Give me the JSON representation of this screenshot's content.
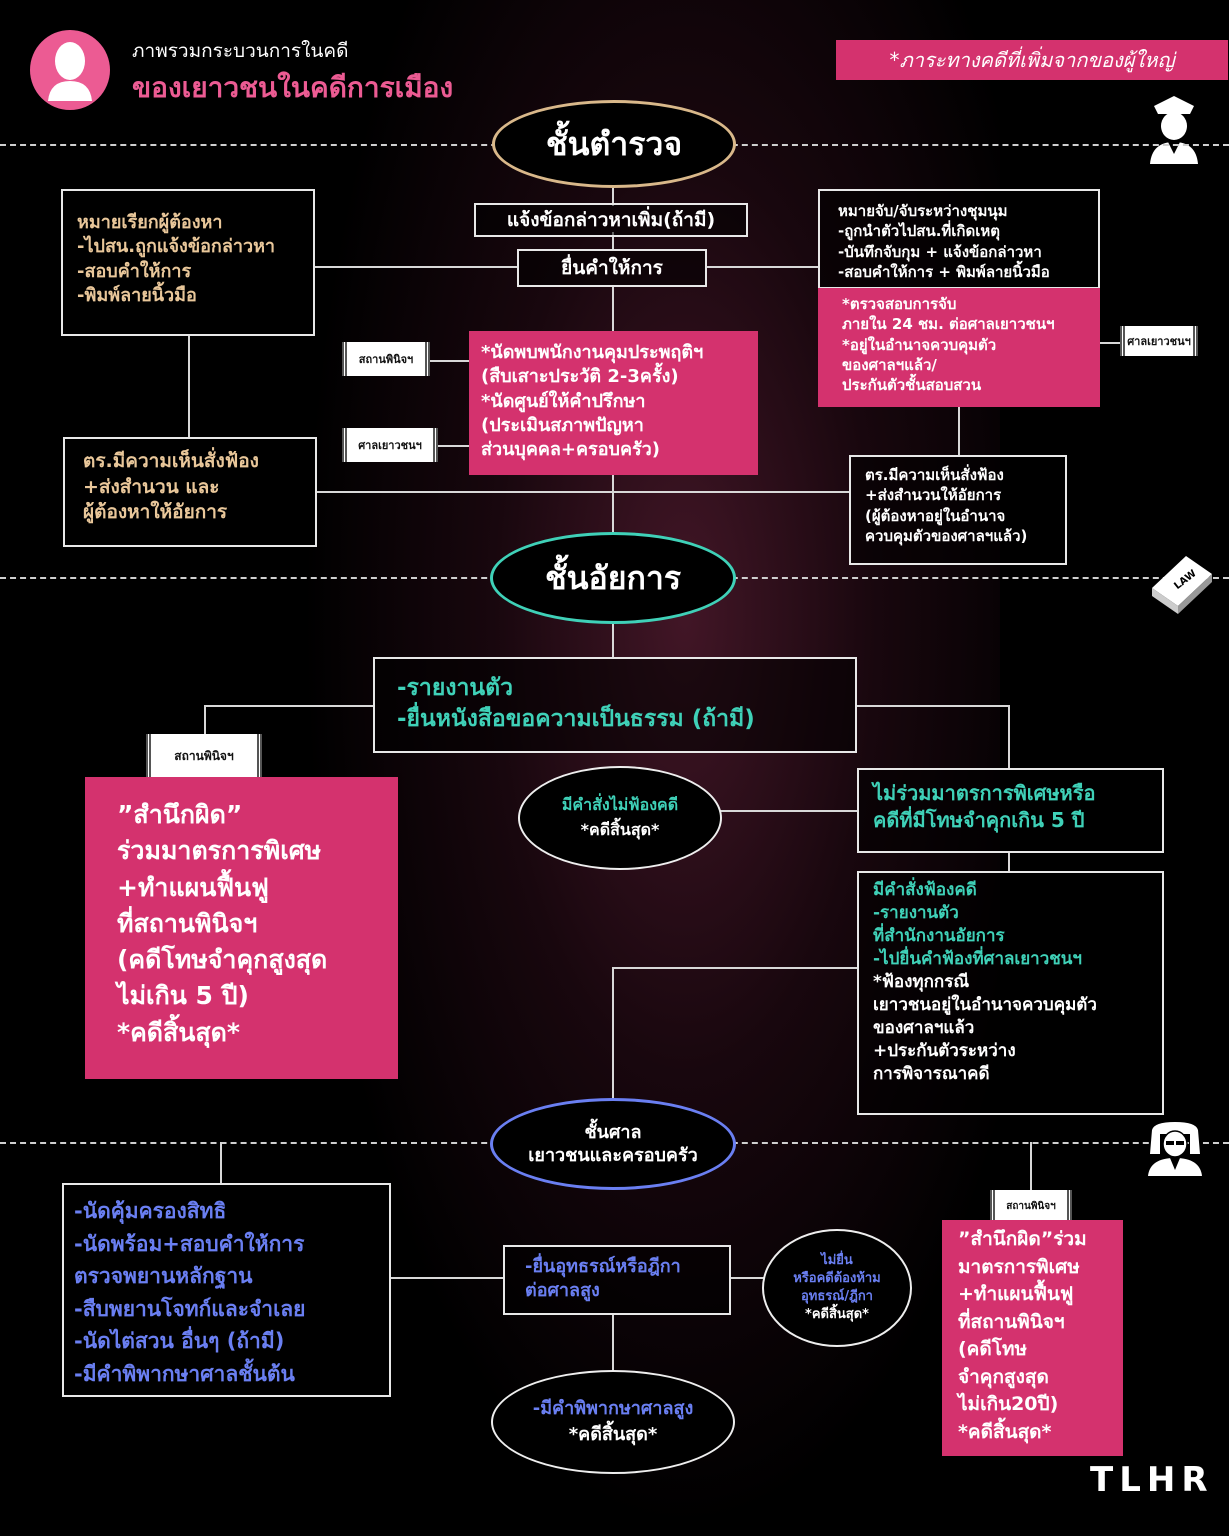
{
  "header": {
    "title_line1": "ภาพรวมกระบวนการในคดี",
    "title_line2": "ของเยาวชนในคดีการเมือง",
    "note": "*ภาระทางคดีที่เพิ่มจากของผู้ใหญ่"
  },
  "colors": {
    "pink": "#d4326e",
    "gold": "#e9c79a",
    "teal": "#3fd1b8",
    "blue": "#6a7ff2",
    "bg": "#000000"
  },
  "icons": [
    "person-silhouette-icon",
    "police-icon",
    "law-book-icon",
    "judge-icon"
  ],
  "police": {
    "stage": "ชั้นตำรวจ",
    "left_box": "หมายเรียกผู้ต้องหา\n-ไปสน.ถูกแจ้งข้อกล่าวหา\n-สอบคำให้การ\n-พิมพ์ลายนิ้วมือ",
    "center_top": "แจ้งข้อกล่าวหาเพิ่ม(ถ้ามี)",
    "center_mid": "ยื่นคำให้การ",
    "right_box": "หมายจับ/จับระหว่างชุมนุม\n-ถูกนำตัวไปสน.ที่เกิดเหตุ\n-บันทึกจับกุม + แจ้งข้อกล่าวหา\n-สอบคำให้การ + พิมพ์ลายนิ้วมือ",
    "right_pink": "*ตรวจสอบการจับ\nภายใน 24 ชม. ต่อศาลเยาวชนฯ\n*อยู่ในอำนาจควบคุมตัว\nของศาลฯแล้ว/\nประกันตัวชั้นสอบสวน",
    "center_pink": "*นัดพบพนักงานคุมประพฤติฯ\n(สืบเสาะประวัติ 2-3ครั้ง)\n*นัดศูนย์ให้คำปรึกษา\n(ประเมินสภาพปัญหา\nส่วนบุคคล+ครอบครัว)",
    "left_bottom": "ตร.มีความเห็นสั่งฟ้อง\n+ส่งสำนวน และ\nผู้ต้องหาให้อัยการ",
    "right_bottom": "ตร.มีความเห็นสั่งฟ้อง\n+ส่งสำนวนให้อัยการ\n(ผู้ต้องหาอยู่ในอำนาจ\nควบคุมตัวของศาลฯแล้ว)",
    "scroll_1": "สถานพินิจฯ",
    "scroll_2": "ศาลเยาวชนฯ",
    "scroll_3": "ศาลเยาวชนฯ"
  },
  "prosecutor": {
    "stage": "ชั้นอัยการ",
    "top_box": "-รายงานตัว\n-ยื่นหนังสือขอความเป็นธรรม (ถ้ามี)",
    "scroll": "สถานพินิจฯ",
    "left_pink": "”สำนึกผิด”\nร่วมมาตรการพิเศษ\n+ทำแผนฟื้นฟู\nที่สถานพินิจฯ\n(คดีโทษจำคุกสูงสุด\nไม่เกิน 5 ปี)\n*คดีสิ้นสุด*",
    "oval_line1": "มีคำสั่งไม่ฟ้องคดี",
    "oval_line2": "*คดีสิ้นสุด*",
    "right_top": "ไม่ร่วมมาตรการพิเศษหรือ\nคดีที่มีโทษจำคุกเกิน 5 ปี",
    "right_box_teal": "มีคำสั่งฟ้องคดี\n-รายงานตัว\nที่สำนักงานอัยการ\n-ไปยื่นคำฟ้องที่ศาลเยาวชนฯ",
    "right_box_white": "*ฟ้องทุกกรณี\nเยาวชนอยู่ในอำนาจควบคุมตัว\nของศาลฯแล้ว\n+ประกันตัวระหว่าง\nการพิจารณาคดี"
  },
  "court": {
    "stage_line1": "ชั้นศาล",
    "stage_line2": "เยาวชนและครอบครัว",
    "left_box": "-นัดคุ้มครองสิทธิ\n-นัดพร้อม+สอบคำให้การ\nตรวจพยานหลักฐาน\n-สืบพยานโจทก์และจำเลย\n-นัดไต่สวน อื่นๆ (ถ้ามี)\n-มีคำพิพากษาศาลชั้นต้น",
    "appeal_box": "-ยื่นอุทธรณ์หรือฎีกา\nต่อศาลสูง",
    "oval_right_blue": "ไม่ยื่น\nหรือคดีต้องห้าม\nอุทธรณ์/ฎีกา",
    "oval_right_white": "*คดีสิ้นสุด*",
    "oval_bottom_blue": "-มีคำพิพากษาศาลสูง",
    "oval_bottom_white": "*คดีสิ้นสุด*",
    "scroll": "สถานพินิจฯ",
    "right_pink": "”สำนึกผิด”ร่วม\nมาตรการพิเศษ\n+ทำแผนฟื้นฟู\nที่สถานพินิจฯ\n(คดีโทษ\nจำคุกสูงสุด\nไม่เกิน20ปี)\n*คดีสิ้นสุด*"
  },
  "logo": "TLHR"
}
